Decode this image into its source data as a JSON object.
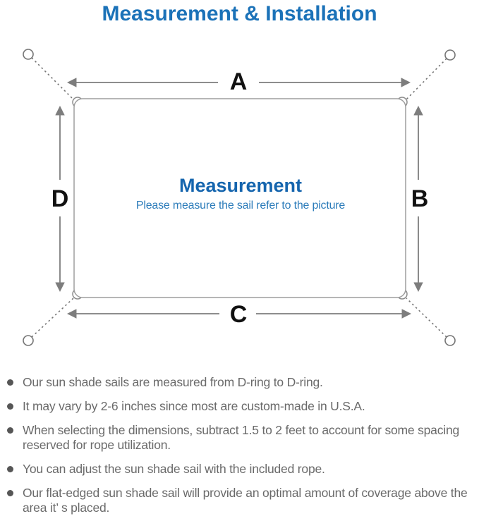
{
  "header": {
    "title": "Measurement & Installation",
    "title_color": "#1b72b8"
  },
  "diagram": {
    "labels": {
      "top": "A",
      "right": "B",
      "bottom": "C",
      "left": "D"
    },
    "center": {
      "heading": "Measurement",
      "subheading": "Please measure the sail refer to the picture",
      "heading_color": "#1565ae",
      "subheading_color": "#2c7cba"
    },
    "colors": {
      "label": "#111111",
      "arrow": "#7d7d7d",
      "sail_border": "#9e9e9e",
      "anchor": "#757575"
    }
  },
  "notes": {
    "text_color": "#6a6a6a",
    "bullet_color": "#565656",
    "items": [
      {
        "text": "Our sun shade sails are measured from D-ring to D-ring."
      },
      {
        "text": "It may vary by 2-6 inches since most are custom-made in U.S.A."
      },
      {
        "text": "When selecting the dimensions, subtract 1.5 to 2 feet to account for some spacing reserved for rope utilization."
      },
      {
        "text": "You can adjust the sun shade sail with the included rope."
      },
      {
        "text": "Our flat-edged sun shade sail will provide an optimal amount of coverage above the area it’ s placed."
      }
    ]
  }
}
